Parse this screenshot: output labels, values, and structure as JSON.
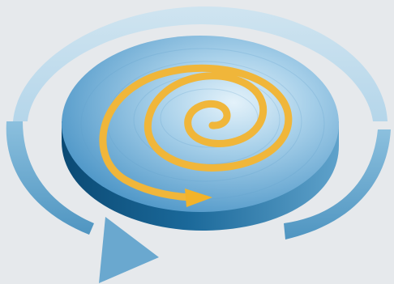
{
  "diagram": {
    "subject": "spiral-groove-disc-rotation",
    "elements": [
      "rotation-ring-arrow",
      "disc",
      "spiral-groove-arrow"
    ],
    "colors": {
      "background": "#e6e9ec",
      "ring_light": "#b9d8ea",
      "ring_dark": "#5b9ec6",
      "ring_arrowhead": "#6aa8cf",
      "disc_top_light": "#d9ecf7",
      "disc_top_dark": "#4e97c8",
      "disc_side_dark": "#0d4f7a",
      "disc_side_light": "#4f93bd",
      "spiral": "#f0b63a",
      "spiral_arrowhead": "#f2b32a"
    }
  }
}
